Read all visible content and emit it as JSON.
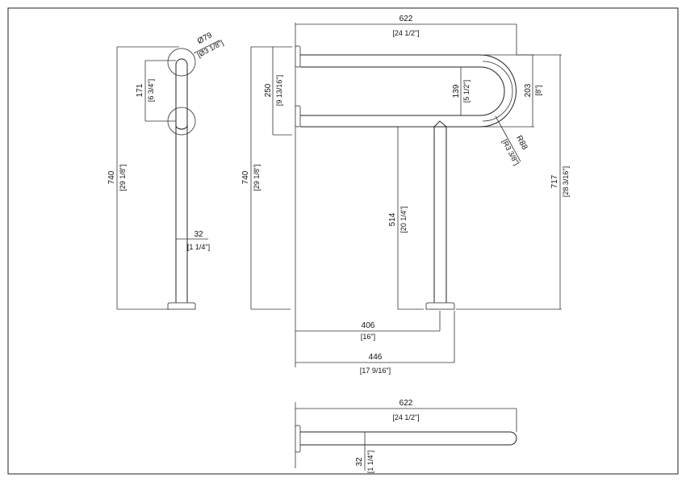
{
  "drawing": {
    "left_view": {
      "height_mm": "740",
      "height_in": "[29 1/8\"]",
      "spacing_mm": "171",
      "spacing_in": "[6 3/4\"]",
      "flange_mm": "Ø79",
      "flange_in": "[Ø3 1/8\"]",
      "tube_mm": "32",
      "tube_in": "[1 1/4\"]"
    },
    "side_view": {
      "height_mm": "740",
      "height_in": "[29 1/8\"]",
      "flange_spacing_mm": "250",
      "flange_spacing_in": "[9 13/16\"]"
    },
    "front_view": {
      "length_mm": "622",
      "length_in": "[24 1/2\"]",
      "outer_mm": "203",
      "outer_in": "[8\"]",
      "inner_mm": "139",
      "inner_in": "[5 1/2\"]",
      "radius_mm": "R88",
      "radius_in": "[R3 3/8\"]",
      "total_height_mm": "717",
      "total_height_in": "[28 3/16\"]",
      "leg_height_mm": "514",
      "leg_height_in": "[20 1/4\"]",
      "leg_offset_mm": "406",
      "leg_offset_in": "[16\"]",
      "base_offset_mm": "446",
      "base_offset_in": "[17 9/16\"]"
    },
    "top_view": {
      "length_mm": "622",
      "length_in": "[24 1/2\"]",
      "tube_mm": "32",
      "tube_in": "[1 1/4\"]"
    }
  }
}
